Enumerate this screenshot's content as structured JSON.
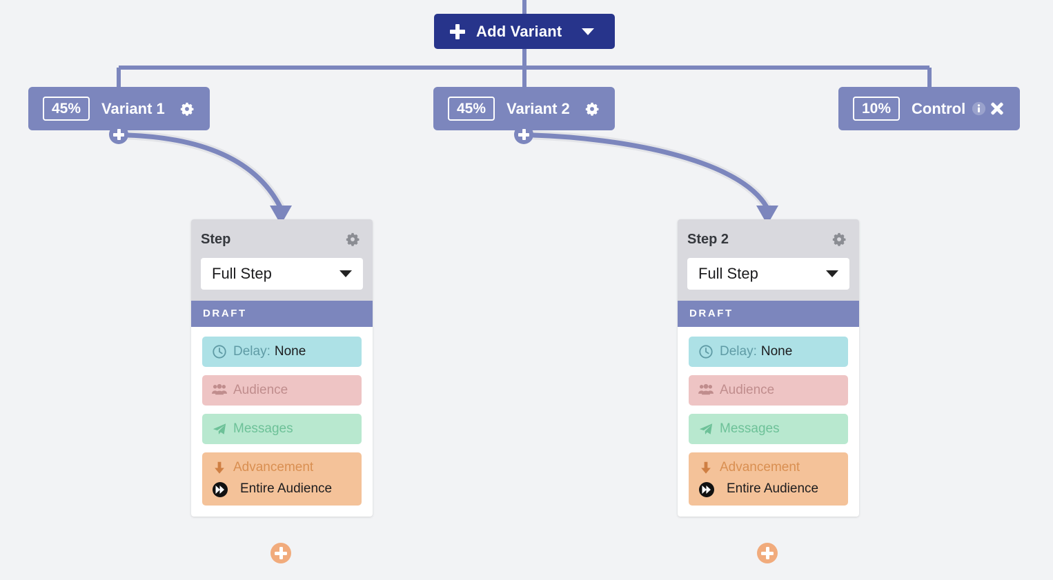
{
  "toolbar": {
    "add_variant_label": "Add Variant",
    "plus_icon": "plus-icon",
    "caret_icon": "chevron-down-icon"
  },
  "colors": {
    "canvas_bg": "#f2f3f5",
    "primary_navy": "#27348b",
    "node_purple": "#7c86bd",
    "card_header_gray": "#d9d9de",
    "delay_blue": "#ade1e6",
    "audience_pink": "#eec4c4",
    "messages_green": "#b8e8cf",
    "advancement_orange": "#f4c299",
    "card_plus_orange": "#f1ab7c"
  },
  "variants": [
    {
      "id": "variant-1",
      "percent": "45%",
      "name": "Variant 1",
      "gear_icon": "gear-icon",
      "has_close": false,
      "has_info": false
    },
    {
      "id": "variant-2",
      "percent": "45%",
      "name": "Variant 2",
      "gear_icon": "gear-icon",
      "has_close": false,
      "has_info": false
    },
    {
      "id": "control",
      "percent": "10%",
      "name": "Control",
      "info_icon": "info-icon",
      "close_icon": "close-icon",
      "has_close": true,
      "has_info": true
    }
  ],
  "cards": [
    {
      "id": "step-1",
      "title": "Step",
      "gear_icon": "gear-icon",
      "step_type": "Full Step",
      "status": "DRAFT",
      "rows": {
        "delay": {
          "label": "Delay:",
          "value": "None",
          "icon": "clock-icon"
        },
        "audience": {
          "label": "Audience",
          "icon": "users-icon"
        },
        "messages": {
          "label": "Messages",
          "icon": "paper-plane-icon"
        },
        "advancement": {
          "label": "Advancement",
          "icon": "arrow-down-icon",
          "value": "Entire Audience",
          "value_icon": "fast-forward-icon"
        }
      }
    },
    {
      "id": "step-2",
      "title": "Step 2",
      "gear_icon": "gear-icon",
      "step_type": "Full Step",
      "status": "DRAFT",
      "rows": {
        "delay": {
          "label": "Delay:",
          "value": "None",
          "icon": "clock-icon"
        },
        "audience": {
          "label": "Audience",
          "icon": "users-icon"
        },
        "messages": {
          "label": "Messages",
          "icon": "paper-plane-icon"
        },
        "advancement": {
          "label": "Advancement",
          "icon": "arrow-down-icon",
          "value": "Entire Audience",
          "value_icon": "fast-forward-icon"
        }
      }
    }
  ]
}
